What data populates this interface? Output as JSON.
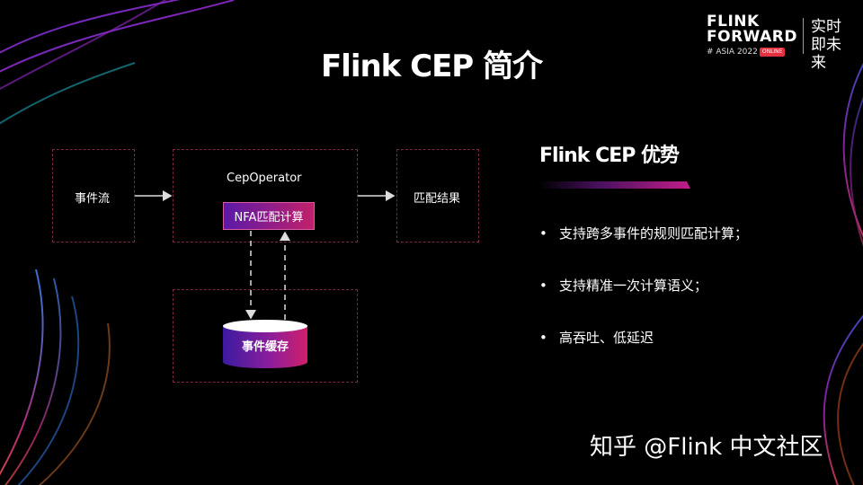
{
  "brand": {
    "line1": "FLINK",
    "line2": "FORWARD",
    "line3": "# ASIA 2022",
    "badge": "ONLINE",
    "slogan": "实时即未来"
  },
  "title": "Flink CEP 简介",
  "diagram": {
    "event_stream": "事件流",
    "cep_operator": "CepOperator",
    "nfa": "NFA匹配计算",
    "match_result": "匹配结果",
    "event_cache": "事件缓存"
  },
  "advantages": {
    "title": "Flink CEP 优势",
    "items": [
      "支持跨多事件的规则匹配计算；",
      "支持精准一次计算语义；",
      "高吞吐、低延迟"
    ]
  },
  "watermark": "知乎 @Flink 中文社区",
  "colors": {
    "box_border": "#7a2840",
    "nfa_gradient_start": "#5a1aa8",
    "nfa_gradient_end": "#c2206a",
    "accent": "#e5303f"
  }
}
